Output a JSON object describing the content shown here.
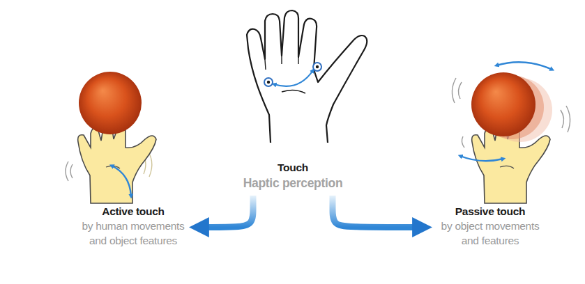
{
  "diagram": {
    "nodes": [
      {
        "text": [
          "Touch",
          "Haptic perception"
        ]
      },
      {
        "text": [
          "Active touch",
          "by human movements and object features"
        ]
      },
      {
        "text": [
          "Passive touch",
          "by object movements and features"
        ]
      }
    ],
    "edges": [
      {
        "from": 0,
        "to": 1,
        "arrow": "to"
      },
      {
        "from": 0,
        "to": 2,
        "arrow": "to"
      }
    ]
  }
}
